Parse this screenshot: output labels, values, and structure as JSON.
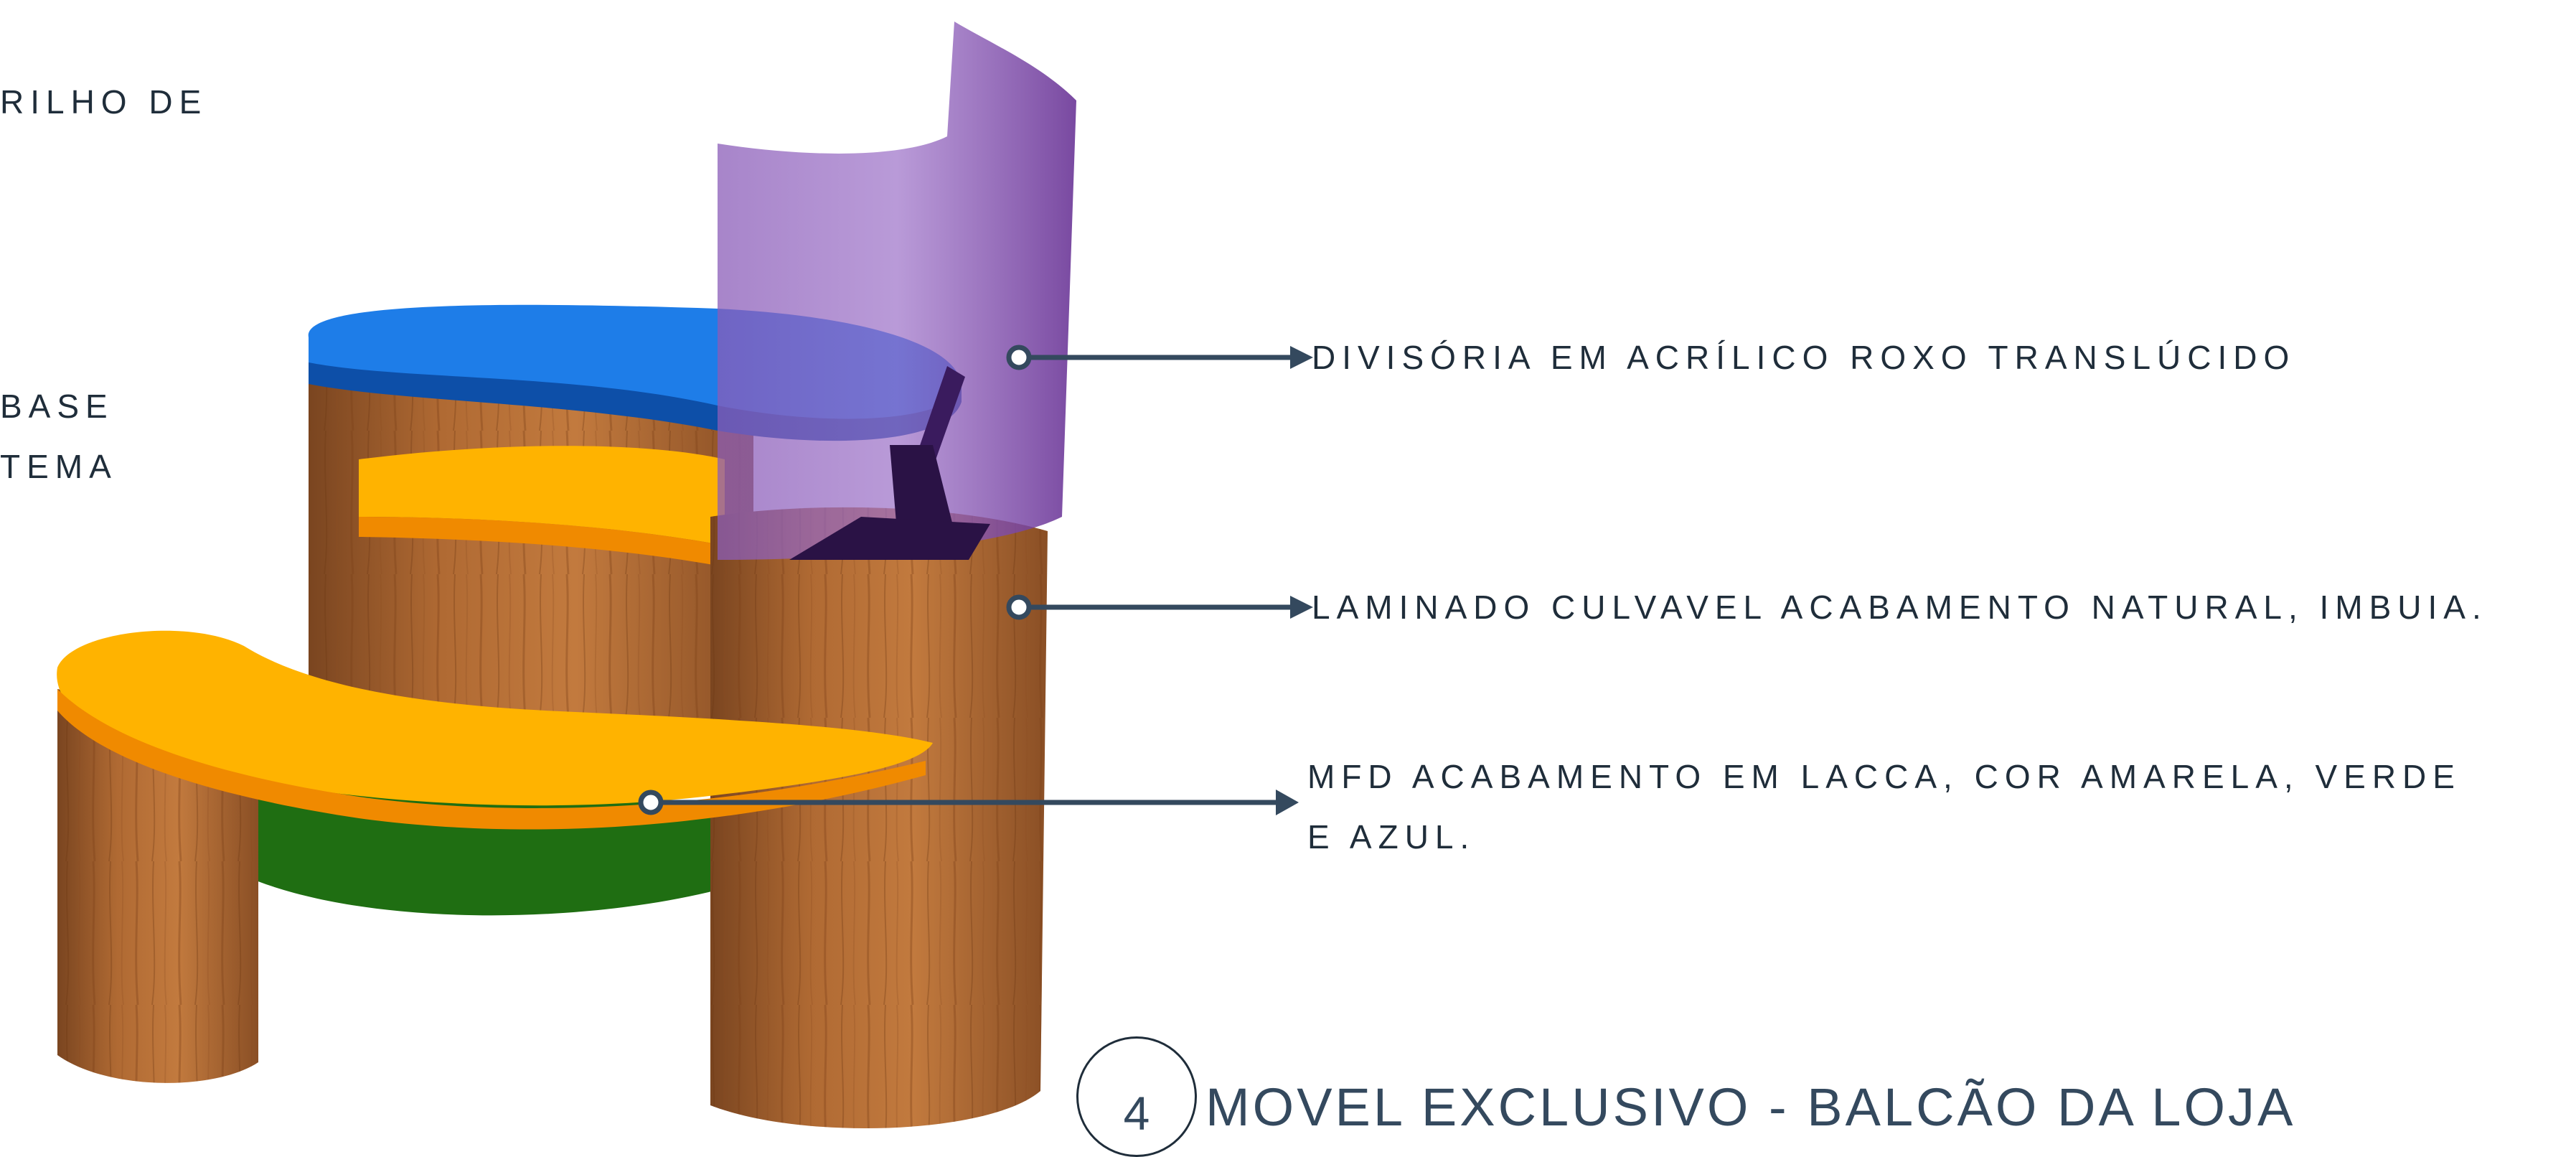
{
  "left_labels": {
    "line1": "RILHO DE",
    "line2": "BASE",
    "line3": "TEMA"
  },
  "callouts": [
    {
      "text": "DIVISÓRIA EM ACRÍLICO ROXO TRANSLÚCIDO"
    },
    {
      "text": "LAMINADO CULVAVEL ACABAMENTO NATURAL, IMBUIA."
    },
    {
      "text": "MFD ACABAMENTO EM LACCA, COR AMARELA, VERDE\nE AZUL."
    }
  ],
  "footer": {
    "number": "4",
    "title": "MOVEL EXCLUSIVO - BALCÃO DA LOJA"
  },
  "colors": {
    "wood": "#a8632f",
    "blue_top": "#1e6fd9",
    "yellow": "#ffb300",
    "green": "#1f6e12",
    "purple": "#7b4aa8",
    "leader": "#34495e"
  }
}
